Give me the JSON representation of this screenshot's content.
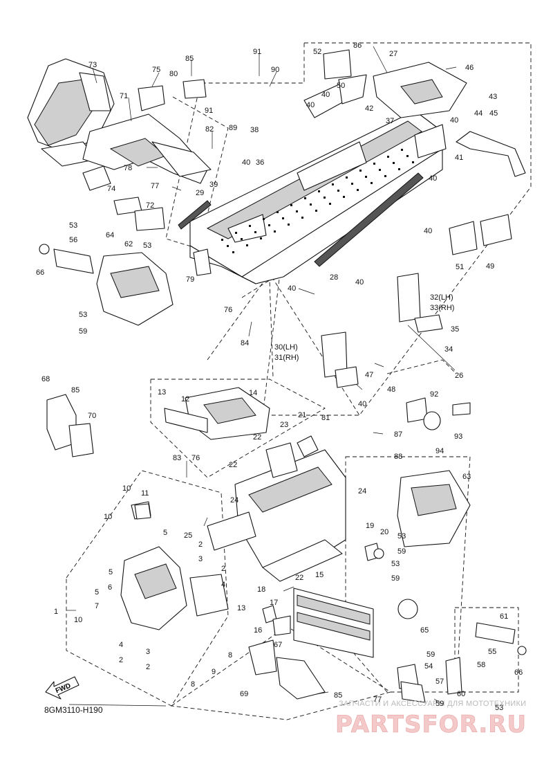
{
  "diagram": {
    "code": "8GM3110-H190",
    "fwd_label": "FWD",
    "watermark": {
      "caption": "ЗАПЧАСТИ И АКСЕССУАРЫ ДЛЯ МОТОТЕХНИКИ",
      "logo": "PARTSFOR.RU"
    }
  },
  "callouts": [
    {
      "id": "c73",
      "text": "73"
    },
    {
      "id": "c75",
      "text": "75"
    },
    {
      "id": "c85a",
      "text": "85"
    },
    {
      "id": "c80",
      "text": "80"
    },
    {
      "id": "c91a",
      "text": "91"
    },
    {
      "id": "c90",
      "text": "90"
    },
    {
      "id": "c52",
      "text": "52"
    },
    {
      "id": "c86",
      "text": "86"
    },
    {
      "id": "c27",
      "text": "27"
    },
    {
      "id": "c46",
      "text": "46"
    },
    {
      "id": "c71",
      "text": "71"
    },
    {
      "id": "c91b",
      "text": "91"
    },
    {
      "id": "c89",
      "text": "89"
    },
    {
      "id": "c82",
      "text": "82"
    },
    {
      "id": "c38",
      "text": "38"
    },
    {
      "id": "c40a",
      "text": "40"
    },
    {
      "id": "c36",
      "text": "36"
    },
    {
      "id": "c40b",
      "text": "40"
    },
    {
      "id": "c50",
      "text": "50"
    },
    {
      "id": "c40c",
      "text": "40"
    },
    {
      "id": "c42",
      "text": "42"
    },
    {
      "id": "c37",
      "text": "37"
    },
    {
      "id": "c43",
      "text": "43"
    },
    {
      "id": "c44",
      "text": "44"
    },
    {
      "id": "c45",
      "text": "45"
    },
    {
      "id": "c40d",
      "text": "40"
    },
    {
      "id": "c41",
      "text": "41"
    },
    {
      "id": "c78",
      "text": "78"
    },
    {
      "id": "c77a",
      "text": "77"
    },
    {
      "id": "c39",
      "text": "39"
    },
    {
      "id": "c29",
      "text": "29"
    },
    {
      "id": "c74",
      "text": "74"
    },
    {
      "id": "c72",
      "text": "72"
    },
    {
      "id": "c40e",
      "text": "40"
    },
    {
      "id": "c40f",
      "text": "40"
    },
    {
      "id": "c53a",
      "text": "53"
    },
    {
      "id": "c56",
      "text": "56"
    },
    {
      "id": "c64",
      "text": "64"
    },
    {
      "id": "c62",
      "text": "62"
    },
    {
      "id": "c53b",
      "text": "53"
    },
    {
      "id": "c66a",
      "text": "66"
    },
    {
      "id": "c79",
      "text": "79"
    },
    {
      "id": "c28",
      "text": "28"
    },
    {
      "id": "c40g",
      "text": "40"
    },
    {
      "id": "c51",
      "text": "51"
    },
    {
      "id": "c49",
      "text": "49"
    },
    {
      "id": "c40h",
      "text": "40"
    },
    {
      "id": "c32",
      "text": "32(LH)"
    },
    {
      "id": "c33",
      "text": "33(RH)"
    },
    {
      "id": "c76a",
      "text": "76"
    },
    {
      "id": "c35",
      "text": "35"
    },
    {
      "id": "c53c",
      "text": "53"
    },
    {
      "id": "c59a",
      "text": "59"
    },
    {
      "id": "c84",
      "text": "84"
    },
    {
      "id": "c34",
      "text": "34"
    },
    {
      "id": "c30",
      "text": "30(LH)"
    },
    {
      "id": "c31",
      "text": "31(RH)"
    },
    {
      "id": "c26",
      "text": "26"
    },
    {
      "id": "c47",
      "text": "47"
    },
    {
      "id": "c48",
      "text": "48"
    },
    {
      "id": "c40i",
      "text": "40"
    },
    {
      "id": "c68",
      "text": "68"
    },
    {
      "id": "c85b",
      "text": "85"
    },
    {
      "id": "c13a",
      "text": "13"
    },
    {
      "id": "c12",
      "text": "12"
    },
    {
      "id": "c14",
      "text": "14"
    },
    {
      "id": "c92",
      "text": "92"
    },
    {
      "id": "c70",
      "text": "70"
    },
    {
      "id": "c21",
      "text": "21"
    },
    {
      "id": "c81",
      "text": "81"
    },
    {
      "id": "c23",
      "text": "23"
    },
    {
      "id": "c22a",
      "text": "22"
    },
    {
      "id": "c87",
      "text": "87"
    },
    {
      "id": "c93",
      "text": "93"
    },
    {
      "id": "c94",
      "text": "94"
    },
    {
      "id": "c88",
      "text": "88"
    },
    {
      "id": "c83",
      "text": "83"
    },
    {
      "id": "c76b",
      "text": "76"
    },
    {
      "id": "c22b",
      "text": "22"
    },
    {
      "id": "c63",
      "text": "63"
    },
    {
      "id": "c10a",
      "text": "10"
    },
    {
      "id": "c11",
      "text": "11"
    },
    {
      "id": "c24a",
      "text": "24"
    },
    {
      "id": "c24b",
      "text": "24"
    },
    {
      "id": "c10b",
      "text": "10"
    },
    {
      "id": "c25",
      "text": "25"
    },
    {
      "id": "c19",
      "text": "19"
    },
    {
      "id": "c20",
      "text": "20"
    },
    {
      "id": "c53d",
      "text": "53"
    },
    {
      "id": "c59b",
      "text": "59"
    },
    {
      "id": "c5a",
      "text": "5"
    },
    {
      "id": "c2a",
      "text": "2"
    },
    {
      "id": "c3a",
      "text": "3"
    },
    {
      "id": "c2b",
      "text": "2"
    },
    {
      "id": "c4a",
      "text": "4"
    },
    {
      "id": "c53e",
      "text": "53"
    },
    {
      "id": "c59c",
      "text": "59"
    },
    {
      "id": "c5b",
      "text": "5"
    },
    {
      "id": "c6",
      "text": "6"
    },
    {
      "id": "c22c",
      "text": "22"
    },
    {
      "id": "c15",
      "text": "15"
    },
    {
      "id": "c5c",
      "text": "5"
    },
    {
      "id": "c7",
      "text": "7"
    },
    {
      "id": "c18",
      "text": "18"
    },
    {
      "id": "c17",
      "text": "17"
    },
    {
      "id": "c1",
      "text": "1"
    },
    {
      "id": "c13b",
      "text": "13"
    },
    {
      "id": "c61",
      "text": "61"
    },
    {
      "id": "c16",
      "text": "16"
    },
    {
      "id": "c65",
      "text": "65"
    },
    {
      "id": "c10c",
      "text": "10"
    },
    {
      "id": "c55",
      "text": "55"
    },
    {
      "id": "c4b",
      "text": "4"
    },
    {
      "id": "c3b",
      "text": "3"
    },
    {
      "id": "c8a",
      "text": "8"
    },
    {
      "id": "c67",
      "text": "67"
    },
    {
      "id": "c59d",
      "text": "59"
    },
    {
      "id": "c2c",
      "text": "2"
    },
    {
      "id": "c2d",
      "text": "2"
    },
    {
      "id": "c9",
      "text": "9"
    },
    {
      "id": "c54",
      "text": "54"
    },
    {
      "id": "c58",
      "text": "58"
    },
    {
      "id": "c66b",
      "text": "66"
    },
    {
      "id": "c69",
      "text": "69"
    },
    {
      "id": "c57",
      "text": "57"
    },
    {
      "id": "c8b",
      "text": "8"
    },
    {
      "id": "c85c",
      "text": "85"
    },
    {
      "id": "c77b",
      "text": "77"
    },
    {
      "id": "c59e",
      "text": "59"
    },
    {
      "id": "c60",
      "text": "60"
    },
    {
      "id": "c53f",
      "text": "53"
    }
  ]
}
